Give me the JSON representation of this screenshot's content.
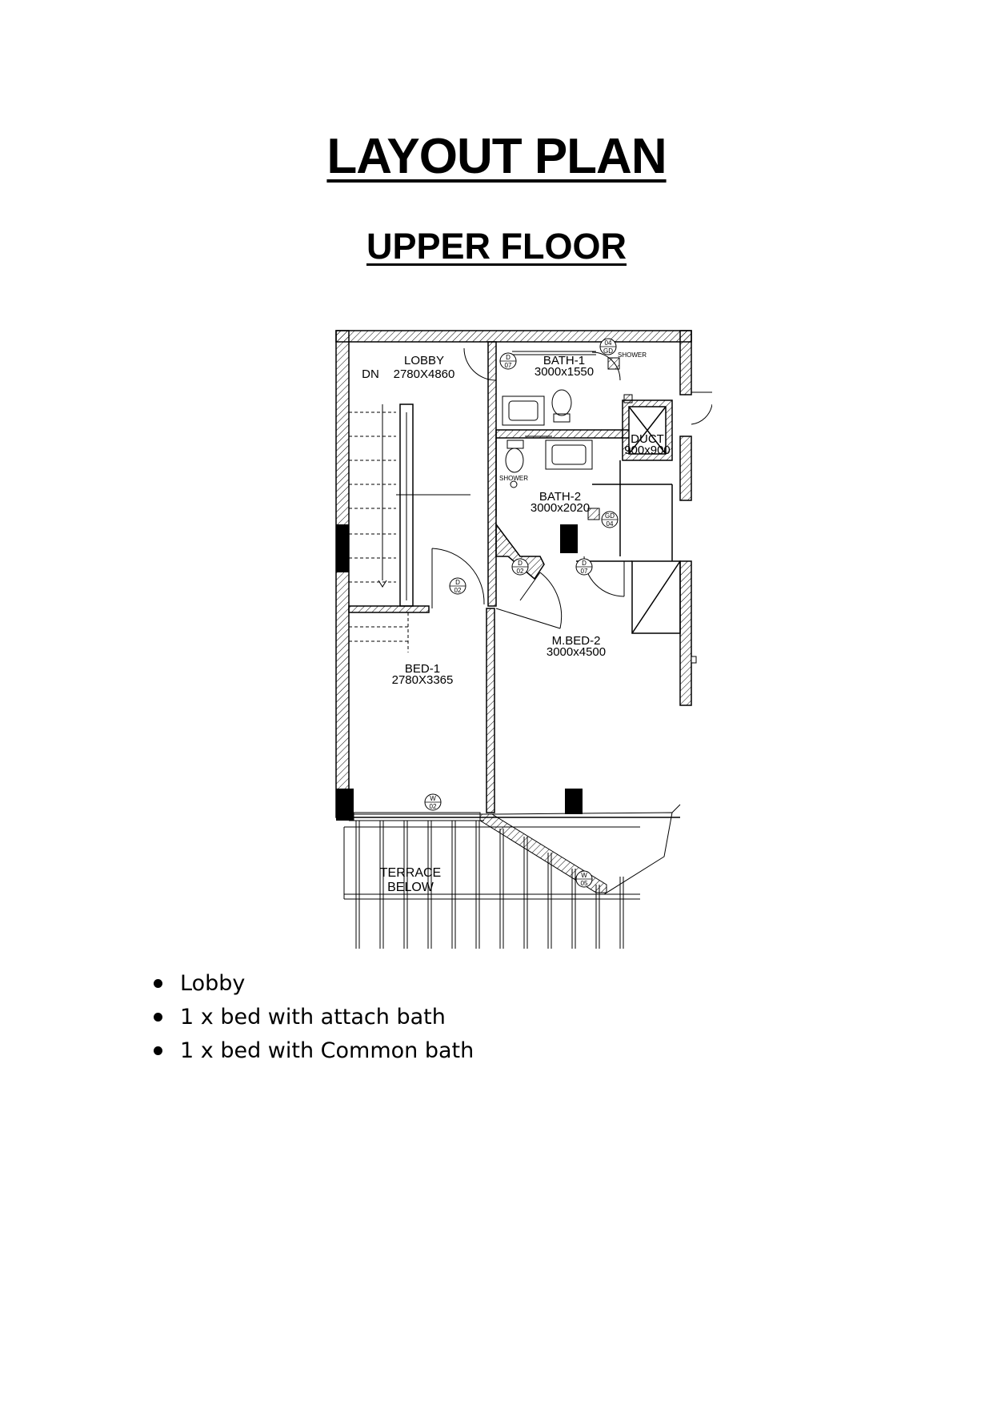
{
  "page": {
    "title": "LAYOUT PLAN",
    "subtitle": "UPPER FLOOR"
  },
  "plan": {
    "rooms": {
      "lobby": {
        "name": "LOBBY",
        "size": "2780X4860"
      },
      "bath1": {
        "name": "BATH-1",
        "size": "3000x1550"
      },
      "bath2": {
        "name": "BATH-2",
        "size": "3000x2020"
      },
      "duct": {
        "name": "DUCT",
        "size": "900x900"
      },
      "bed1": {
        "name": "BED-1",
        "size": "2780X3365"
      },
      "mbed2": {
        "name": "M.BED-2",
        "size": "3000x4500"
      },
      "terrace": {
        "name": "TERRACE",
        "sub": "BELOW"
      }
    },
    "stair_label": "DN",
    "fixture_labels": {
      "shower1": "SHOWER",
      "shower2": "SHOWER"
    },
    "tags": [
      {
        "id": "d1",
        "top": "D",
        "bottom": "07"
      },
      {
        "id": "gd1",
        "top": "04",
        "bottom": "GD"
      },
      {
        "id": "d2",
        "top": "D",
        "bottom": "02"
      },
      {
        "id": "d3",
        "top": "D",
        "bottom": "02"
      },
      {
        "id": "d4",
        "top": "D",
        "bottom": "07"
      },
      {
        "id": "gd2",
        "top": "GD",
        "bottom": "04"
      },
      {
        "id": "w1",
        "top": "W",
        "bottom": "02"
      },
      {
        "id": "w2",
        "top": "W",
        "bottom": "05"
      }
    ]
  },
  "features": [
    "Lobby",
    "1 x bed with attach bath",
    "1 x bed with Common bath"
  ]
}
